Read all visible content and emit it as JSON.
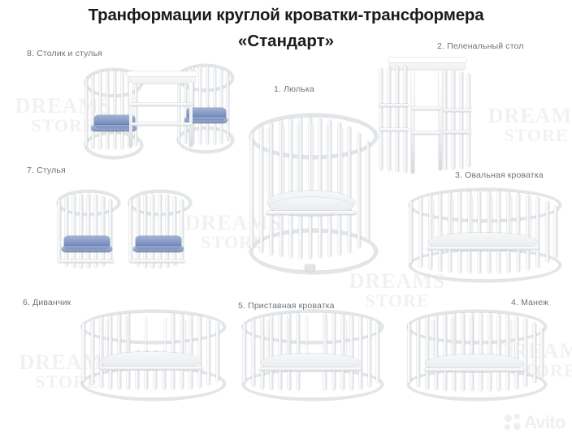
{
  "page": {
    "title_line_1": "Транформации круглой кроватки-трансформера",
    "title_line_2": "«Стандарт»",
    "background_color": "#ffffff",
    "text_color": "#1a1a1a",
    "label_color": "#6f7377"
  },
  "items": [
    {
      "id": "item-8",
      "label": "8. Столик и стулья",
      "number": "8"
    },
    {
      "id": "item-2",
      "label": "2. Пеленальный стол",
      "number": "2"
    },
    {
      "id": "item-1",
      "label": "1. Люлька",
      "number": "1"
    },
    {
      "id": "item-7",
      "label": "7. Стулья",
      "number": "7"
    },
    {
      "id": "item-3",
      "label": "3. Овальная кроватка",
      "number": "3"
    },
    {
      "id": "item-6",
      "label": "6. Диванчик",
      "number": "6"
    },
    {
      "id": "item-5",
      "label": "5. Приставная кроватка",
      "number": "5"
    },
    {
      "id": "item-4",
      "label": "4. Манеж",
      "number": "4"
    }
  ],
  "watermark": {
    "line_1": "DREAMS",
    "line_2": "STORE"
  },
  "branding": {
    "avito_label": "Avito"
  }
}
